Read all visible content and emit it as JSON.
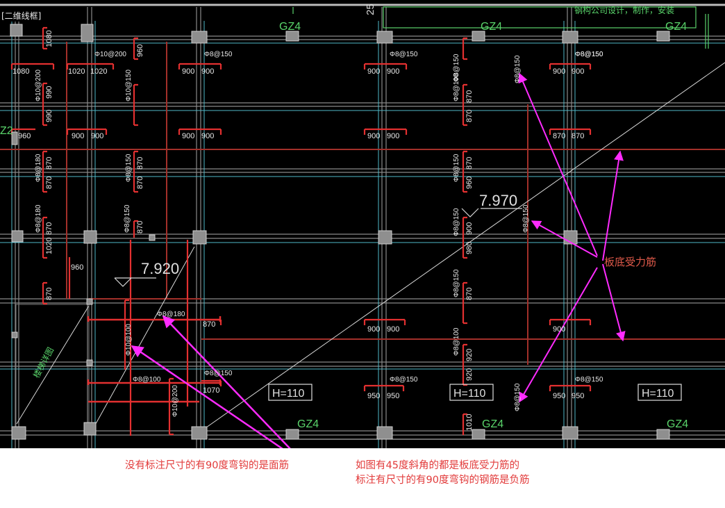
{
  "viewport": {
    "label": "[二维线框]",
    "background": "#000000"
  },
  "drawing": {
    "top_note": "钢构公司设计，制作，安装",
    "column_tags": [
      "GZ4",
      "GZ4",
      "GZ4",
      "GZ4",
      "GZ4",
      "GZ4"
    ],
    "partial_left_tag": "Z2",
    "partial_top_number": "25",
    "elevations": [
      "7.970",
      "7.920"
    ],
    "thickness_tags": [
      "H=110",
      "H=110",
      "H=110"
    ],
    "stair_label": "楼梯详图",
    "dimension_labels": [
      "1080",
      "1080",
      "1020",
      "1020",
      "960",
      "900",
      "900",
      "900",
      "900",
      "900",
      "900",
      "990",
      "990",
      "960",
      "900",
      "900",
      "900",
      "900",
      "900",
      "900",
      "870",
      "870",
      "870",
      "870",
      "870",
      "870",
      "870",
      "870",
      "870",
      "960",
      "870",
      "870",
      "1020",
      "960",
      "870",
      "870",
      "980",
      "870",
      "900",
      "900",
      "900",
      "900",
      "920",
      "920",
      "1070",
      "950",
      "950",
      "950",
      "950",
      "1010"
    ],
    "rebar_labels": [
      "Φ10@200",
      "Φ8@150",
      "Φ8@150",
      "Φ8@150",
      "Φ10@200",
      "Φ10@150",
      "Φ8@150",
      "Φ8@100",
      "Φ8@180",
      "Φ8@150",
      "Φ8@150",
      "Φ8@150",
      "Φ8@180",
      "Φ8@150",
      "Φ8@150",
      "Φ8@150",
      "Φ8@150",
      "Φ8@180",
      "Φ10@100",
      "Φ8@100",
      "Φ8@150",
      "Φ10@200",
      "Φ8@100",
      "Φ8@150",
      "Φ8@150",
      "Φ8@150",
      "Φ8@150"
    ],
    "callout": "板底受力筋",
    "colors": {
      "grid": "#7a7a7a",
      "beam": "#c0392b",
      "bracket": "#e33030",
      "dimension": "#e8e8e8",
      "cyan": "#5ad1e0",
      "green": "#59d36a",
      "arrow": "#ff2bff",
      "callout": "#e05a4a"
    }
  },
  "captions": {
    "left": "没有标注尺寸的有90度弯钩的是面筋",
    "right_line1": "如图有45度斜角的都是板底受力筋的",
    "right_line2": "标注有尺寸的有90度弯钩的钢筋是负筋"
  }
}
